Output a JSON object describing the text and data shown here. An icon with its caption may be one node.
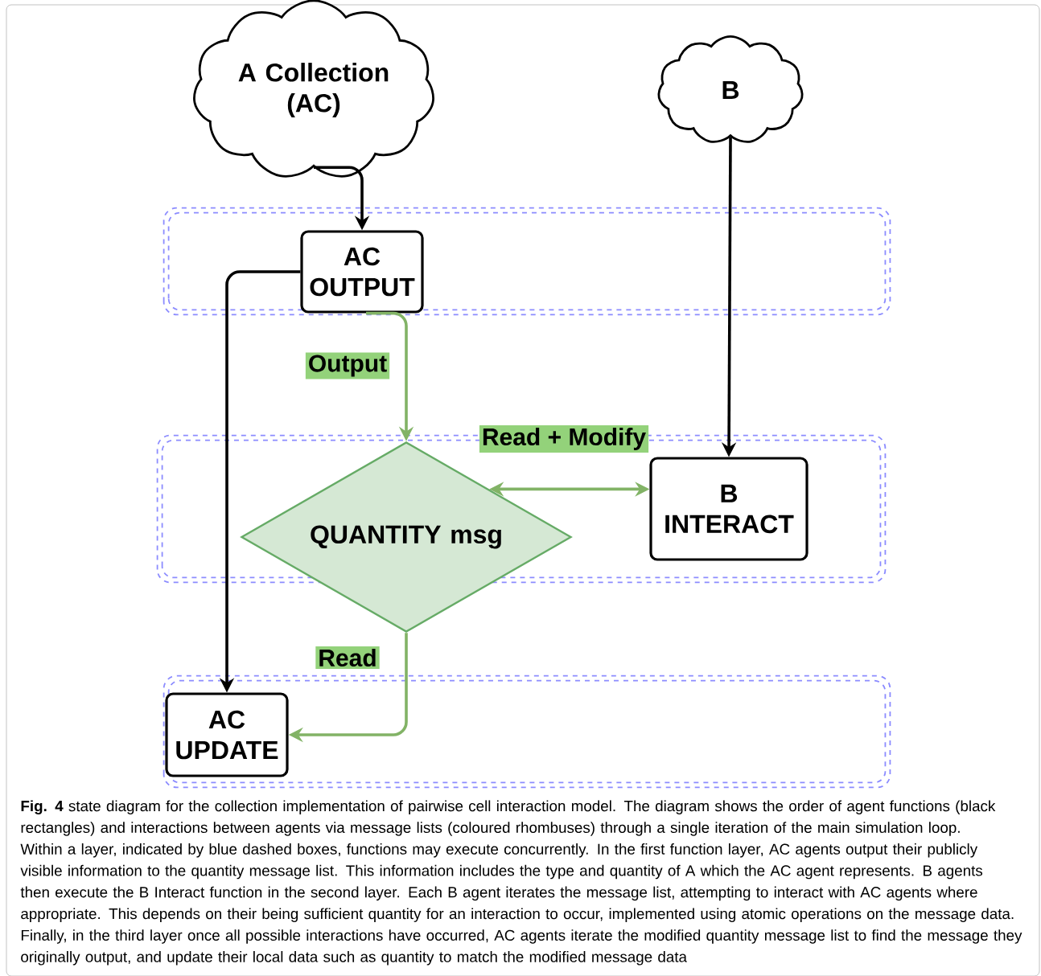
{
  "diagram": {
    "caption": "**Fig. 4** state diagram for the collection implementation of pairwise cell interaction model. The diagram shows the order of agent functions (black rectangles) and interactions between agents via message lists (coloured rhombuses) through a single iteration of the main simulation loop. Within a layer, indicated by blue dashed boxes, functions may execute concurrently. In the first function layer, AC agents output their publicly visible information to the quantity message list. This information includes the type and quantity of A which the AC agent represents. B agents then execute the B Interact function in the second layer. Each B agent iterates the message list, attempting to interact with AC agents where appropriate. This depends on their being sufficient quantity for an interaction to occur, implemented using atomic operations on the message data. Finally, in the third layer once all possible interactions have occurred, AC agents iterate the modified quantity message list to find the message they originally output, and update their local data such as quantity to match the modified message data",
    "nodes": [
      {
        "text": [
          "A Collection (AC)"
        ]
      },
      {
        "text": [
          "B"
        ]
      },
      {
        "text": [],
        "shape": "box"
      },
      {
        "text": [
          "AC OUTPUT"
        ],
        "in": 2
      },
      {
        "text": [],
        "shape": "box"
      },
      {
        "text": [
          "QUANTITY msg"
        ]
      },
      {
        "text": [
          "B INTERACT"
        ],
        "in": 4
      },
      {
        "text": [],
        "shape": "box"
      },
      {
        "text": [
          "AC UPDATE"
        ],
        "in": 7
      }
    ],
    "edges": [
      {
        "from": 0,
        "to": 3,
        "arrow": "to"
      },
      {
        "from": 1,
        "to": 6,
        "arrow": "to"
      },
      {
        "from": 3,
        "to": 5,
        "arrow": "to",
        "label": "Output",
        "color": "#82b366"
      },
      {
        "from": 5,
        "to": 6,
        "arrow": "both",
        "label": "Read + Modify",
        "color": "#82b366"
      },
      {
        "from": 3,
        "to": 8,
        "arrow": "to"
      },
      {
        "from": 5,
        "to": 8,
        "arrow": "to",
        "label": "Read",
        "color": "#82b366"
      }
    ]
  }
}
